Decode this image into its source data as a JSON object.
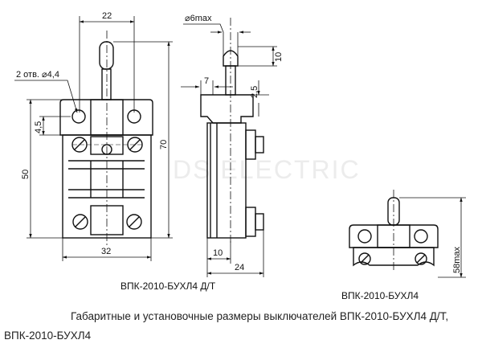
{
  "watermark": "DS ELECTRIC",
  "front_view": {
    "dim_width_top": "22",
    "dim_holes": "2 отв. ⌀4,4",
    "dim_offset": "4,5",
    "dim_height_body": "50",
    "dim_height_total": "70",
    "dim_width_base": "32",
    "label": "ВПК-2010-БУХЛ4 Д/Т"
  },
  "side_view": {
    "dim_diameter": "⌀6max",
    "dim_plunger_top": "10",
    "dim_plunger_step": "2,5",
    "dim_left_offset": "7",
    "dim_base_part": "10",
    "dim_base_total": "24"
  },
  "small_view": {
    "dim_height": "58max",
    "label": "ВПК-2010-БУХЛ4"
  },
  "caption": {
    "line1": "Габаритные и установочные размеры выключателей ВПК-2010-БУХЛ4 Д/Т,",
    "line2": "ВПК-2010-БУХЛ4"
  }
}
